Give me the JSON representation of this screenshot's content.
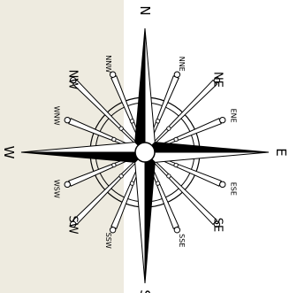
{
  "image": {
    "description_icon": "compass-rose-icon",
    "background_left_color": "#eeebe0",
    "background_right_color": "#ffffff",
    "ink_color": "#000000"
  },
  "compass": {
    "labels": {
      "N": "N",
      "S": "S",
      "E": "E",
      "W": "W",
      "NE": "NE",
      "NW": "NW",
      "SE": "SE",
      "SW": "SW",
      "NNE": "NNE",
      "NNW": "NNW",
      "ENE": "ENE",
      "ESE": "ESE",
      "SSE": "SSE",
      "SSW": "SSW",
      "WNW": "WNW",
      "WSW": "WSW"
    }
  }
}
